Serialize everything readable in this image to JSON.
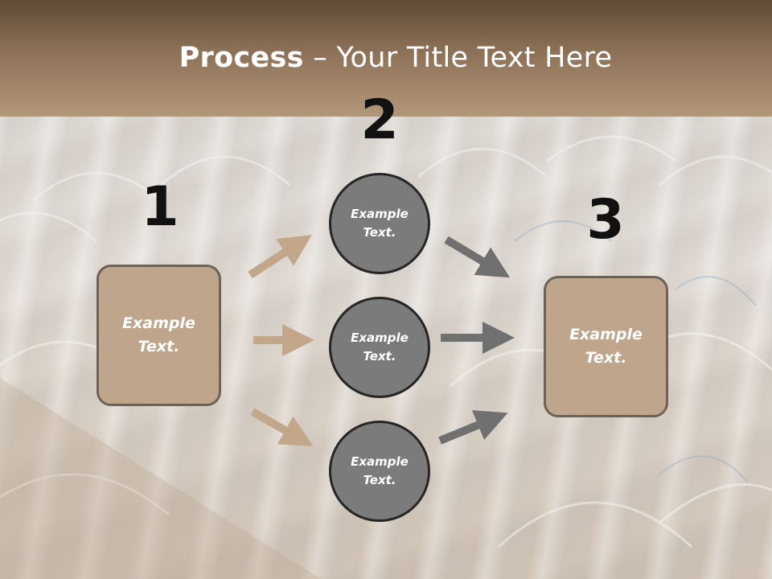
{
  "slide": {
    "title_bold": "Process",
    "title_rest": " – Your Title Text Here",
    "colors": {
      "header": "#8d7257",
      "box_fill": "#bea58c",
      "circle_fill": "#7b7b7b",
      "arrow_tan": "#c2a78b",
      "arrow_gray": "#707070"
    }
  },
  "steps": {
    "n1": "1",
    "n2": "2",
    "n3": "3"
  },
  "left_box": {
    "text": "Example\nText."
  },
  "right_box": {
    "text": "Example\nText."
  },
  "circles": [
    {
      "text": "Example\nText."
    },
    {
      "text": "Example\nText."
    },
    {
      "text": "Example\nText."
    }
  ]
}
